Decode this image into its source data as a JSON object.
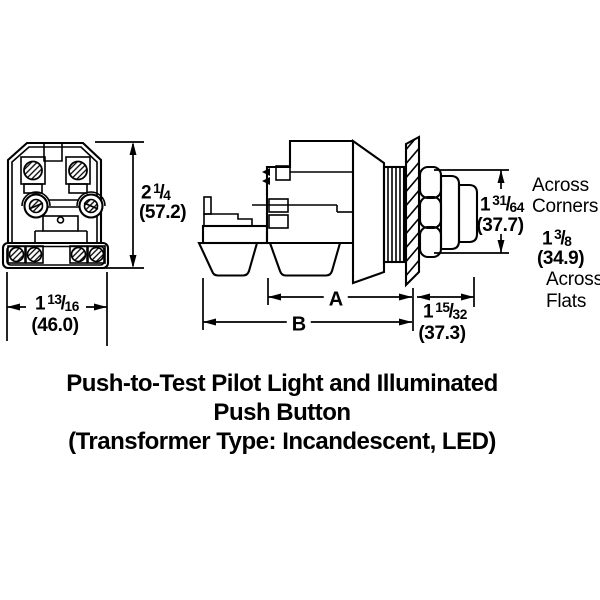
{
  "title_block": {
    "line1": "Push-to-Test Pilot Light and Illuminated",
    "line2": "Push Button",
    "line3": "(Transformer Type: Incandescent, LED)"
  },
  "rear_view": {
    "height_dim": {
      "whole": "2",
      "numerator": "1",
      "separator": "/",
      "denominator": "4",
      "metric": "(57.2)"
    },
    "width_dim": {
      "whole": "1",
      "numerator": "13",
      "separator": "/",
      "denominator": "16",
      "metric": "(46.0)"
    }
  },
  "side_view": {
    "dim_a_label": "A",
    "dim_b_label": "B",
    "front_projection_dim": {
      "whole": "1",
      "numerator": "15",
      "separator": "/",
      "denominator": "32",
      "metric": "(37.3)"
    },
    "across_corners_dim": {
      "whole": "1",
      "numerator": "31",
      "separator": "/",
      "denominator": "64",
      "metric": "(37.7)",
      "label_word1": "Across",
      "label_word2": "Corners"
    },
    "across_flats_dim": {
      "whole": "1",
      "numerator": "3",
      "separator": "/",
      "denominator": "8",
      "metric": "(34.9)",
      "label_word1": "Across",
      "label_word2": "Flats"
    }
  },
  "colors": {
    "line_color": "#000000",
    "background": "#ffffff"
  }
}
